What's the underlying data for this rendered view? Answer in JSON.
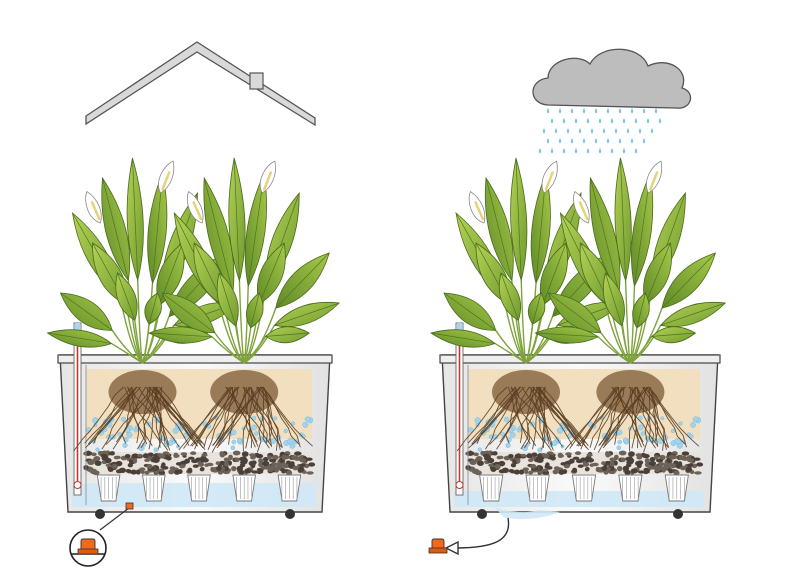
{
  "scenes": [
    {
      "id": "indoor",
      "overhead": "roof-icon",
      "drain_plug": "closed"
    },
    {
      "id": "outdoor",
      "overhead": "rain-cloud-icon",
      "drain_plug": "open"
    }
  ],
  "colors": {
    "leaf_dark": "#6f9a2e",
    "leaf_light": "#a6c94a",
    "soil": "#f1dfbf",
    "gravel": "#6d6258",
    "water": "#cfe9f6",
    "raindrop": "#7cc4e8",
    "cloud": "#bdbdbd",
    "plug": "#f06a1c",
    "roof": "#d9d9d9"
  }
}
